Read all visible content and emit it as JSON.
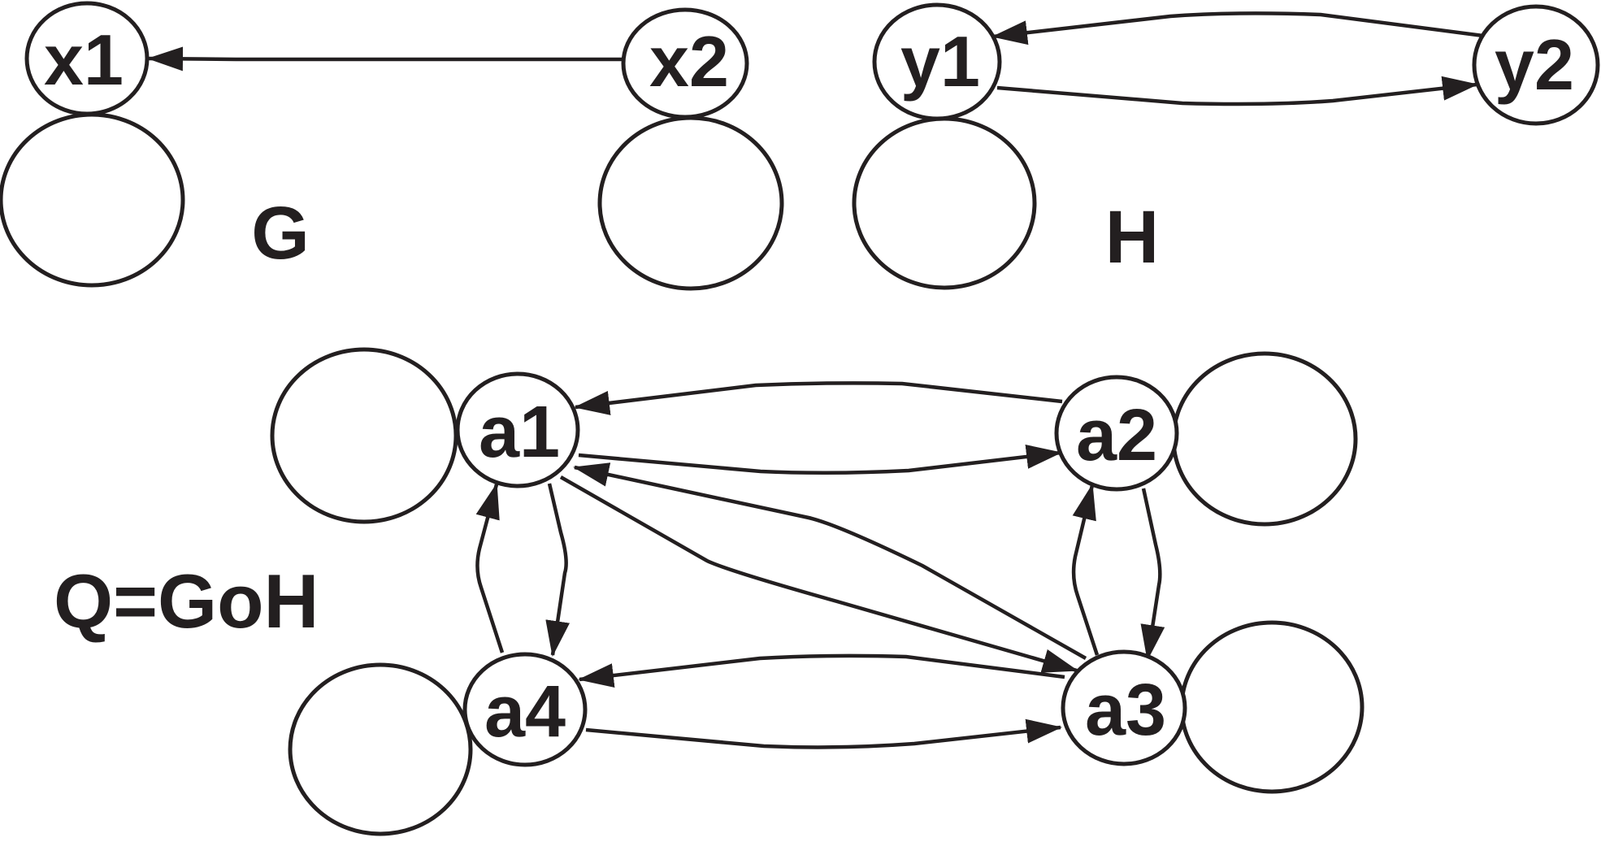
{
  "graph_g": {
    "label": "G",
    "nodes": {
      "x1": "x1",
      "x2": "x2"
    },
    "edges": [
      {
        "from": "x2",
        "to": "x1"
      }
    ]
  },
  "graph_h": {
    "label": "H",
    "nodes": {
      "y1": "y1",
      "y2": "y2"
    },
    "edges": [
      {
        "from": "y2",
        "to": "y1"
      },
      {
        "from": "y1",
        "to": "y2"
      }
    ]
  },
  "graph_q": {
    "label": "Q=GoH",
    "nodes": {
      "a1": "a1",
      "a2": "a2",
      "a3": "a3",
      "a4": "a4"
    },
    "edges": [
      {
        "from": "a2",
        "to": "a1"
      },
      {
        "from": "a1",
        "to": "a2"
      },
      {
        "from": "a3",
        "to": "a4"
      },
      {
        "from": "a4",
        "to": "a3"
      },
      {
        "from": "a1",
        "to": "a4"
      },
      {
        "from": "a4",
        "to": "a1"
      },
      {
        "from": "a2",
        "to": "a3"
      },
      {
        "from": "a3",
        "to": "a2"
      },
      {
        "from": "a1",
        "to": "a3"
      },
      {
        "from": "a3",
        "to": "a1"
      }
    ]
  },
  "colors": {
    "ink": "#231f20",
    "background": "#ffffff"
  }
}
